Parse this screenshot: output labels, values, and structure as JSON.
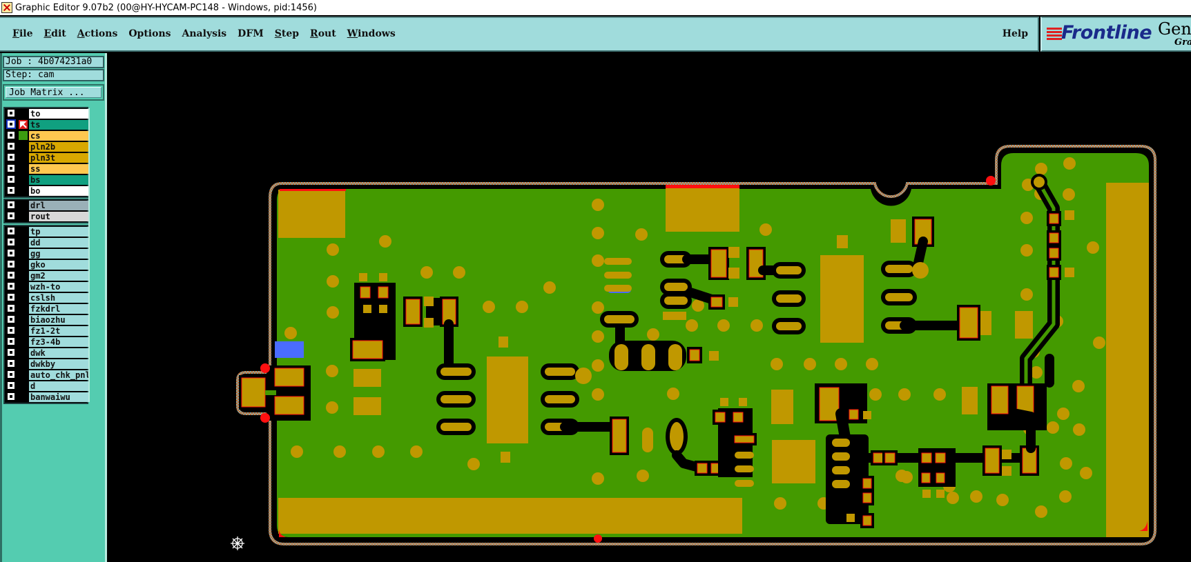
{
  "window": {
    "title": "Graphic Editor 9.07b2 (00@HY-HYCAM-PC148 - Windows, pid:1456)",
    "icon": "app-icon"
  },
  "menubar": {
    "items": [
      {
        "label": "File",
        "mnemonic": "F",
        "rest": "ile"
      },
      {
        "label": "Edit",
        "mnemonic": "E",
        "rest": "dit"
      },
      {
        "label": "Actions",
        "mnemonic": "A",
        "rest": "ctions"
      },
      {
        "label": "Options",
        "mnemonic": "",
        "rest": "Options"
      },
      {
        "label": "Analysis",
        "mnemonic": "",
        "rest": "Analysis"
      },
      {
        "label": "DFM",
        "mnemonic": "",
        "rest": "DFM"
      },
      {
        "label": "Step",
        "mnemonic": "S",
        "rest": "tep"
      },
      {
        "label": "Rout",
        "mnemonic": "R",
        "rest": "out"
      },
      {
        "label": "Windows",
        "mnemonic": "W",
        "rest": "indows"
      }
    ],
    "help": "Help"
  },
  "logo": {
    "brand": "Frontline",
    "product": "Gene",
    "subtitle": "Grap"
  },
  "job": {
    "job_label": "Job : 4b074231a0",
    "step_label": "Step: cam",
    "matrix_button": "Job Matrix ..."
  },
  "layers": {
    "board": [
      {
        "name": "to",
        "color": "#ffffff",
        "mark": ""
      },
      {
        "name": "ts",
        "color": "#10a080",
        "mark": "arrow",
        "selected": true
      },
      {
        "name": "cs",
        "color": "#ffc850",
        "mark": "#3c9c10"
      },
      {
        "name": "pln2b",
        "color": "#d8a800",
        "mark": ""
      },
      {
        "name": "pln3t",
        "color": "#d8a800",
        "mark": ""
      },
      {
        "name": "ss",
        "color": "#ffc850",
        "mark": ""
      },
      {
        "name": "bs",
        "color": "#10a080",
        "mark": ""
      },
      {
        "name": "bo",
        "color": "#ffffff",
        "mark": ""
      }
    ],
    "drill": [
      {
        "name": "drl",
        "color": "#9ab0b8"
      },
      {
        "name": "rout",
        "color": "#d8d8d8"
      }
    ],
    "misc": [
      {
        "name": "tp"
      },
      {
        "name": "dd"
      },
      {
        "name": "gg"
      },
      {
        "name": "gko"
      },
      {
        "name": "gm2"
      },
      {
        "name": "wzh-to"
      },
      {
        "name": "cslsh"
      },
      {
        "name": "fzkdrl"
      },
      {
        "name": "biaozhu"
      },
      {
        "name": "fz1-2t"
      },
      {
        "name": "fz3-4b"
      },
      {
        "name": "dwk"
      },
      {
        "name": "dwkby"
      },
      {
        "name": "auto_chk_pnl"
      },
      {
        "name": "d"
      },
      {
        "name": "banwaiwu"
      }
    ]
  },
  "colors": {
    "board_green": "#449a00",
    "copper": "#c09800",
    "highlight_red": "#ff1010",
    "selection_blue": "#4a6cff",
    "panel": "#54ccb0",
    "menu": "#a0dcdc"
  }
}
